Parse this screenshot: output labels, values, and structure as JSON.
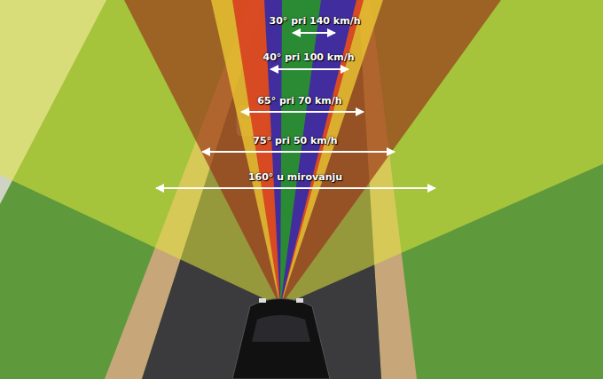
{
  "diagram": {
    "labels": [
      "30° pri 140 km/h",
      "40° pri 100 km/h",
      "65° pri 70 km/h",
      "75° pri 50 km/h",
      "160° u mirovanju"
    ]
  }
}
